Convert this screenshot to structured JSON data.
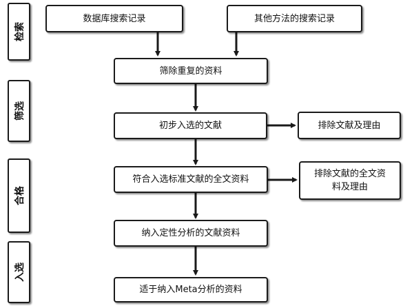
{
  "stages": [
    {
      "label": "检索"
    },
    {
      "label": "筛选"
    },
    {
      "label": "合格"
    },
    {
      "label": "入选"
    }
  ],
  "nodes": {
    "db_search": "数据库搜索记录",
    "other_search": "其他方法的搜索记录",
    "dedup": "筛除重复的资料",
    "preliminary": "初步入选的文献",
    "exclude_reason": "排除文献及理由",
    "fulltext": "符合入选标准文献的全文资料",
    "exclude_fulltext": "排除文献的全文资料及理由",
    "qualitative": "纳入定性分析的文献资料",
    "meta": "适于纳入Meta分析的资料"
  },
  "colors": {
    "stroke": "#1a1a1a",
    "background": "#ffffff"
  }
}
